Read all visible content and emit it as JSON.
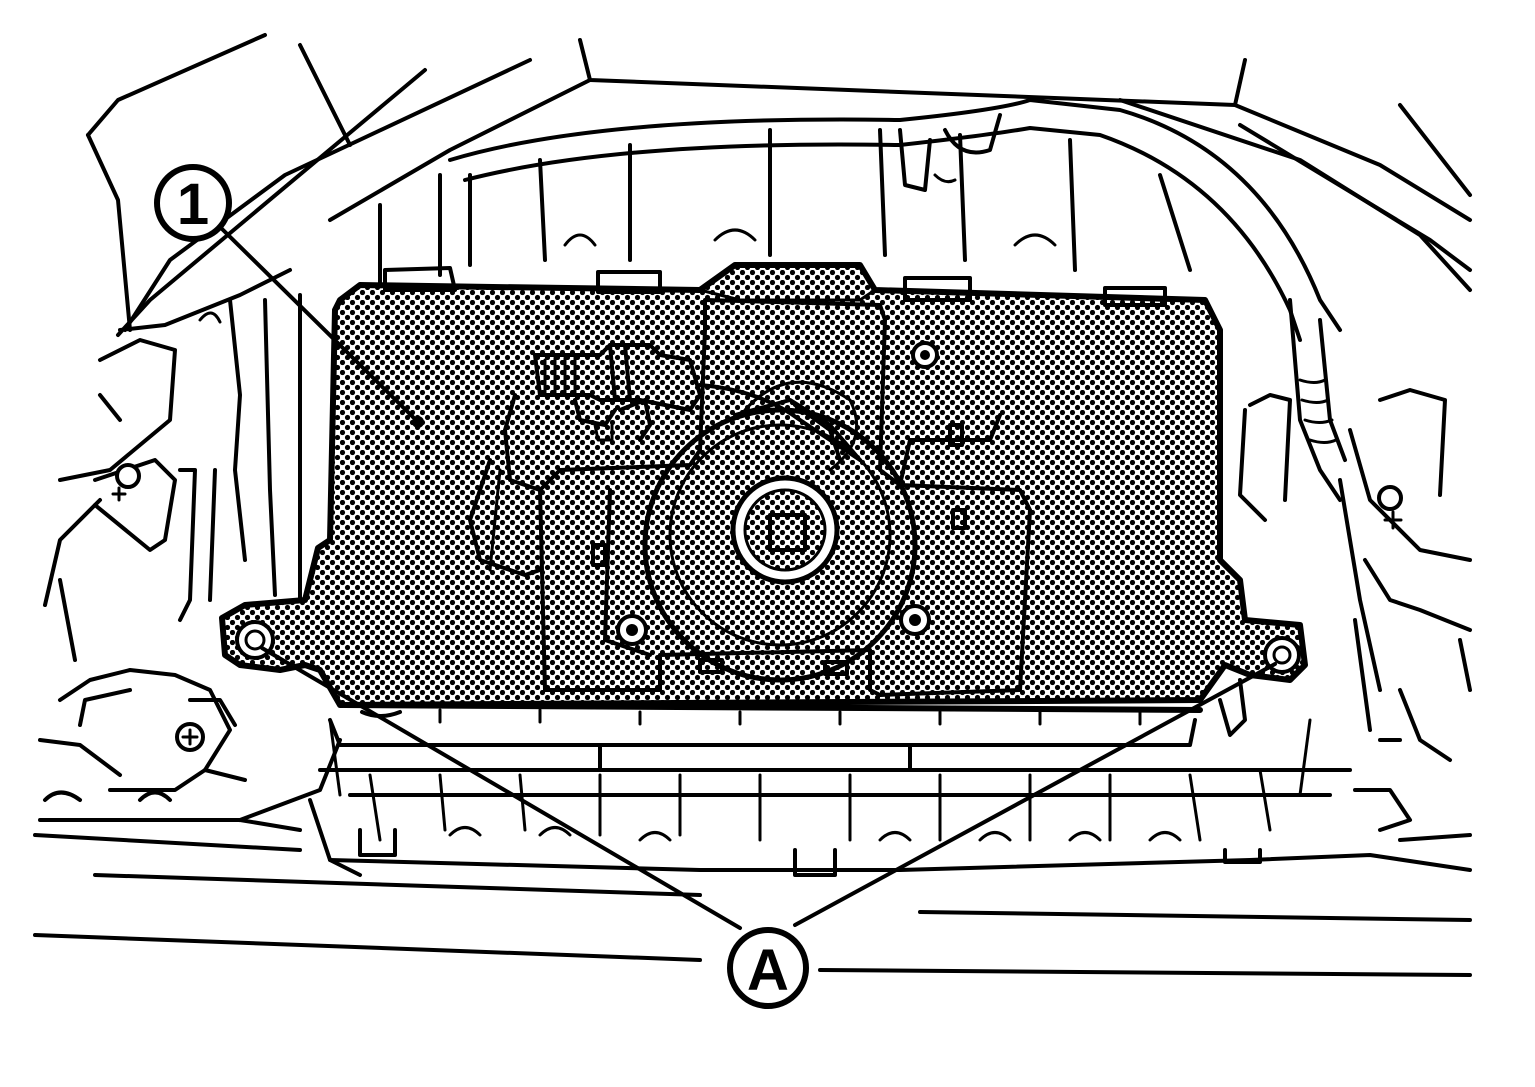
{
  "callouts": {
    "component": {
      "label": "1"
    },
    "bolts": {
      "label": "A"
    }
  },
  "colors": {
    "line": "#000000",
    "background": "#ffffff",
    "pattern_dot": "#000000"
  },
  "icons": {
    "component_fill": "dot-pattern",
    "bolt_head": "bolt-icon"
  }
}
